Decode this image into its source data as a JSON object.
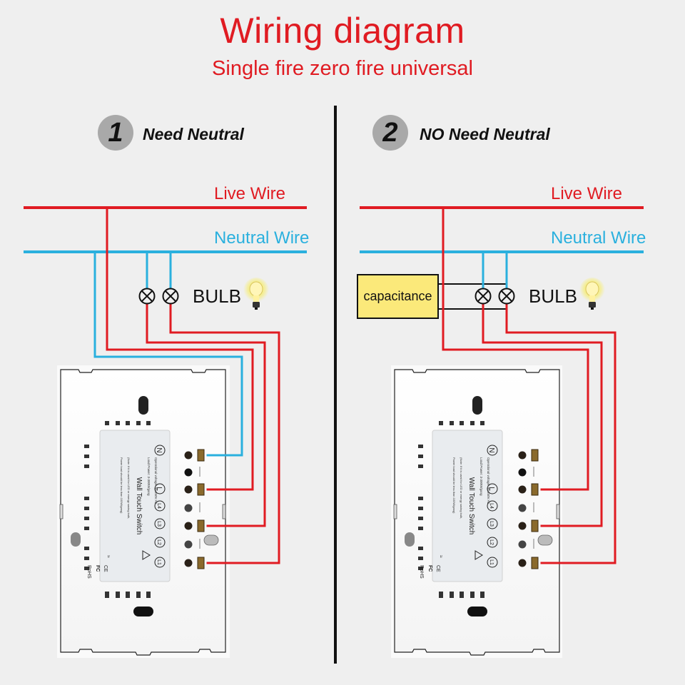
{
  "title": "Wiring diagram",
  "subtitle": "Single fire zero fire universal",
  "colors": {
    "title_red": "#e01b22",
    "live_wire": "#e01b22",
    "neutral_wire": "#2ab0de",
    "capacitance_fill": "#fbe97a",
    "badge_gray": "#a9a9a9"
  },
  "panels": [
    {
      "step_number": "1",
      "step_label": "Need Neutral",
      "live_wire_label": "Live Wire",
      "neutral_wire_label": "Neutral Wire",
      "bulb_label": "BULB",
      "bulb_icon": "light-bulb-icon",
      "lamp_symbol": "⊗",
      "has_capacitance": false,
      "switch": {
        "title": "Wall Touch Switch",
        "terminals": [
          "N",
          "L",
          "L4",
          "L3",
          "L2",
          "L1"
        ],
        "spec_lines": [
          "Operational voltage: 90-250V AC",
          "Load Power: 3-300W/gang",
          "(Note: If it is used for LED or energy saving bulb,",
          "Power load should be less than 100W/gang)"
        ],
        "caution": "Caution: Please cut off the power when installation and uninstallation.",
        "certifications": [
          "CE",
          "FC",
          "RoHS"
        ]
      }
    },
    {
      "step_number": "2",
      "step_label": "NO Need Neutral",
      "live_wire_label": "Live Wire",
      "neutral_wire_label": "Neutral Wire",
      "bulb_label": "BULB",
      "bulb_icon": "light-bulb-icon",
      "lamp_symbol": "⊗",
      "has_capacitance": true,
      "capacitance_label": "capacitance",
      "switch": {
        "title": "Wall Touch Switch",
        "terminals": [
          "N",
          "L",
          "L4",
          "L3",
          "L2",
          "L1"
        ],
        "spec_lines": [
          "Operational voltage: 90-250V AC",
          "Load Power: 3-300W/gang",
          "(Note: If it is used for LED or energy saving bulb,",
          "Power load should be less than 100W/gang)"
        ],
        "caution": "Caution: Please cut off the power when installation and uninstallation.",
        "certifications": [
          "CE",
          "FC",
          "RoHS"
        ]
      }
    }
  ]
}
